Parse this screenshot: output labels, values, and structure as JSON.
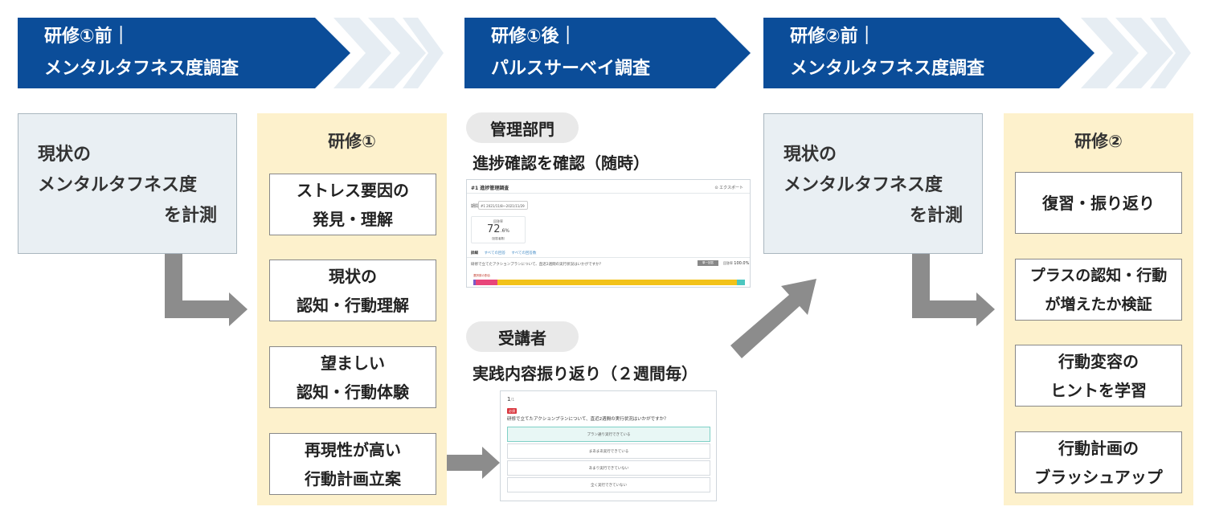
{
  "phases": [
    {
      "line1": "研修①前｜",
      "line2": "メンタルタフネス度調査"
    },
    {
      "line1": "研修①後｜",
      "line2": "パルスサーベイ調査"
    },
    {
      "line1": "研修②前｜",
      "line2": "メンタルタフネス度調査"
    }
  ],
  "measure_left": {
    "line1": "現状の",
    "line2": "メンタルタフネス度",
    "line3": "を計測"
  },
  "measure_right": {
    "line1": "現状の",
    "line2": "メンタルタフネス度",
    "line3": "を計測"
  },
  "training1": {
    "title": "研修①",
    "steps": [
      {
        "l1": "ストレス要因の",
        "l2": "発見・理解"
      },
      {
        "l1": "現状の",
        "l2": "認知・行動理解"
      },
      {
        "l1": "望ましい",
        "l2": "認知・行動体験"
      },
      {
        "l1": "再現性が高い",
        "l2": "行動計画立案"
      }
    ]
  },
  "training2": {
    "title": "研修②",
    "steps": [
      {
        "l1": "復習・振り返り",
        "l2": ""
      },
      {
        "l1": "プラスの認知・行動",
        "l2": "が増えたか検証"
      },
      {
        "l1": "行動変容の",
        "l2": "ヒントを学習"
      },
      {
        "l1": "行動計画の",
        "l2": "ブラッシュアップ"
      }
    ]
  },
  "admin": {
    "label": "管理部門",
    "caption": "進捗確認を確認（随時）",
    "screenshot": {
      "title": "#1 進捗管理調査",
      "export": "エクスポート",
      "period_label": "期間",
      "period_value": "#1 2021/11/8〜2021/11/29",
      "stat_label": "回答率",
      "stat_value": "72",
      "stat_unit": ".6%",
      "stat_sub": "（回答者数）",
      "tab_label": "詳細",
      "tab_a": "すべての回答",
      "tab_b": "すべての回答数",
      "question": "研修で立てたアクションプランについて、直近2週間の実行状況はいかがですか？",
      "badge": "単一回答",
      "rate_label": "回答率",
      "rate_value": "100.0%",
      "bar_label": "選択肢の割合",
      "bar_segments": [
        {
          "fraction": 0.01,
          "color": "#7a5ac8"
        },
        {
          "fraction": 0.08,
          "color": "#e8457a"
        },
        {
          "fraction": 0.88,
          "color": "#f2c21a"
        },
        {
          "fraction": 0.03,
          "color": "#4cc7c0"
        }
      ]
    }
  },
  "trainee": {
    "label": "受講者",
    "caption": "実践内容振り返り（２週間毎）",
    "screenshot": {
      "number": "1",
      "number_suffix": "/1",
      "required": "必須",
      "question": "研修で立てたアクションプランについて、直近2週間の実行状況はいかがですか？",
      "options": [
        "プラン通り実行できている",
        "まあまあ実行できている",
        "あまり実行できていない",
        "全く実行できていない"
      ]
    }
  },
  "colors": {
    "banner": "#0b4d99",
    "chevron_light": "#e6edf3",
    "arrow": "#8c8c8c",
    "cream": "#fdf1cc",
    "gray_box": "#e9eff3"
  }
}
